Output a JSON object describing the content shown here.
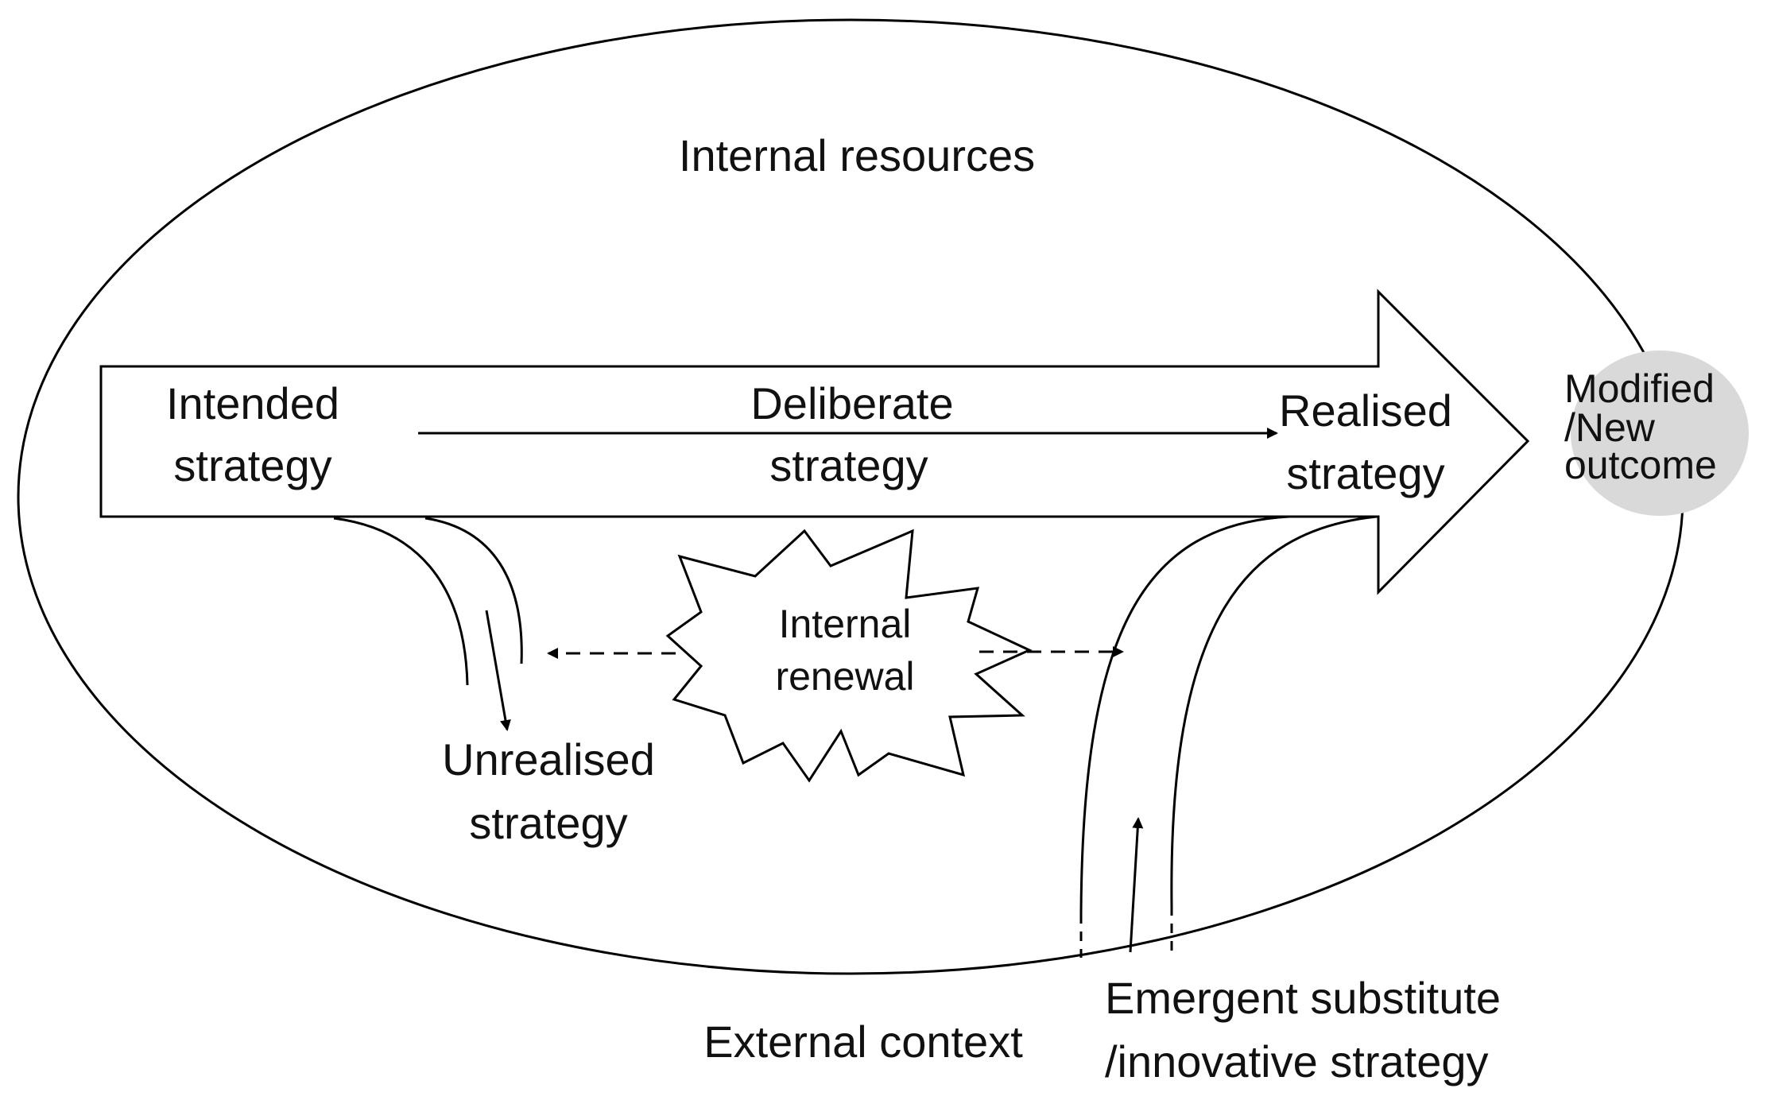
{
  "diagram": {
    "labels": {
      "internal_resources": "Internal resources",
      "intended_line1": "Intended",
      "intended_line2": "strategy",
      "deliberate_line1": "Deliberate",
      "deliberate_line2": "strategy",
      "realised_line1": "Realised",
      "realised_line2": "strategy",
      "outcome_line1": "Modified",
      "outcome_line2": "/New",
      "outcome_line3": "outcome",
      "renewal_line1": "Internal",
      "renewal_line2": "renewal",
      "unrealised_line1": "Unrealised",
      "unrealised_line2": "strategy",
      "external_context": "External context",
      "emergent_line1": "Emergent substitute",
      "emergent_line2": "/innovative strategy"
    },
    "colors": {
      "stroke": "#000000",
      "outcome_fill": "#d9d9d9",
      "background": "#ffffff"
    }
  }
}
